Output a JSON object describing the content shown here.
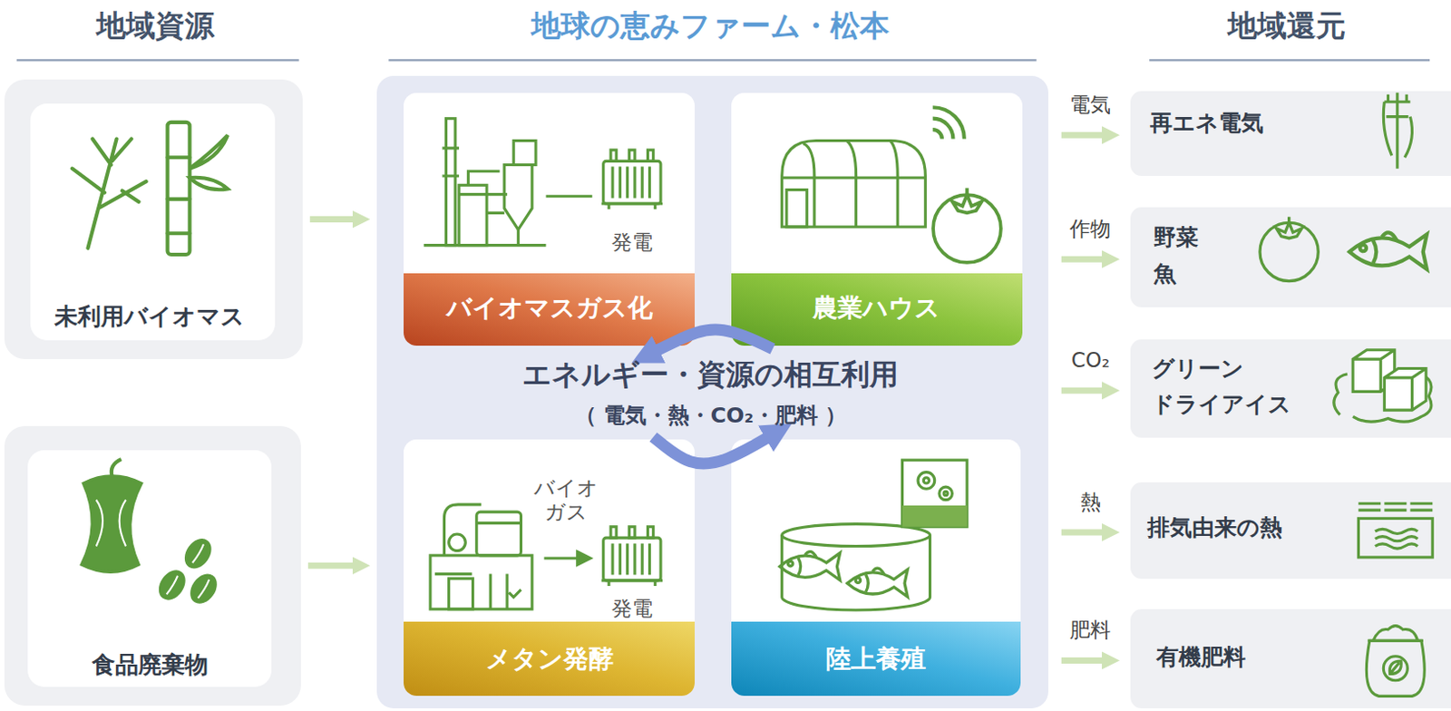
{
  "diagram": {
    "nodes": [
      {
        "text": [
          "未利用バイオマス"
        ]
      },
      {
        "text": [
          "食品廃棄物"
        ]
      },
      {
        "text": [
          "地球の恵みファーム・松本"
        ]
      },
      {
        "text": [
          "発電",
          "バイオマスガス化"
        ],
        "in": 2
      },
      {
        "text": [
          "農業ハウス"
        ],
        "in": 2
      },
      {
        "text": [
          "バイオ ガス",
          "発電",
          "メタン発酵"
        ],
        "in": 2
      },
      {
        "text": [
          "陸上養殖"
        ],
        "in": 2
      },
      {
        "text": [
          "再エネ電気"
        ]
      },
      {
        "text": [
          "野菜 魚"
        ]
      },
      {
        "text": [
          "グリーン ドライアイス"
        ]
      },
      {
        "text": [
          "排気由来の熱"
        ]
      },
      {
        "text": [
          "有機肥料"
        ]
      }
    ],
    "edges": [
      {
        "from": 0,
        "to": 2,
        "arrow": "to"
      },
      {
        "from": 1,
        "to": 2,
        "arrow": "to"
      },
      {
        "from": 4,
        "to": 3,
        "arrow": "to"
      },
      {
        "from": 5,
        "to": 6,
        "arrow": "to"
      },
      {
        "from": 2,
        "to": 7,
        "label": "電気",
        "arrow": "to"
      },
      {
        "from": 2,
        "to": 8,
        "label": "作物",
        "arrow": "to"
      },
      {
        "from": 2,
        "to": 9,
        "label": "CO₂",
        "arrow": "to"
      },
      {
        "from": 2,
        "to": 10,
        "label": "熱",
        "arrow": "to"
      },
      {
        "from": 2,
        "to": 11,
        "label": "肥料",
        "arrow": "to"
      }
    ],
    "labels": [
      "地域資源",
      "地域還元",
      "エネルギー・資源の相互利用",
      "（ 電気・熱・CO₂・肥料 ）"
    ]
  }
}
